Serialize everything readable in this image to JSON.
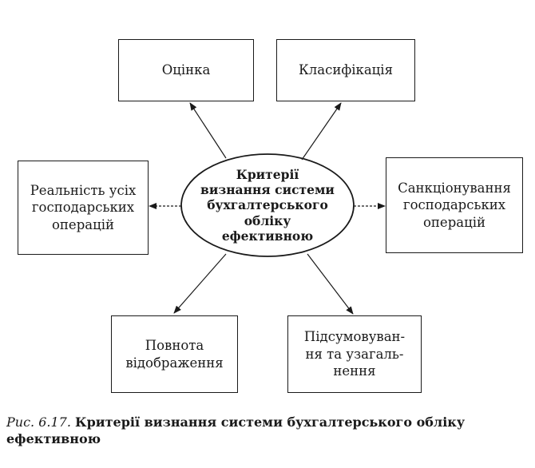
{
  "diagram": {
    "center": "Критерії\nвизнання системи\nбухгалтерського\nобліку\nефективною",
    "boxes": {
      "top_left": "Оцінка",
      "top_right": "Класифікація",
      "mid_left": "Реальність усіх\nгосподарських\nоперацій",
      "mid_right": "Санкціонування\nгосподарських\nоперацій",
      "bottom_left": "Повнота\nвідображення",
      "bottom_right": "Підсумовуван-\nня та узагаль-\nнення"
    }
  },
  "caption": {
    "label": "Рис. 6.17.",
    "title_line1": "Критерії визнання системи бухгалтерського обліку",
    "title_line2": "ефективною"
  }
}
